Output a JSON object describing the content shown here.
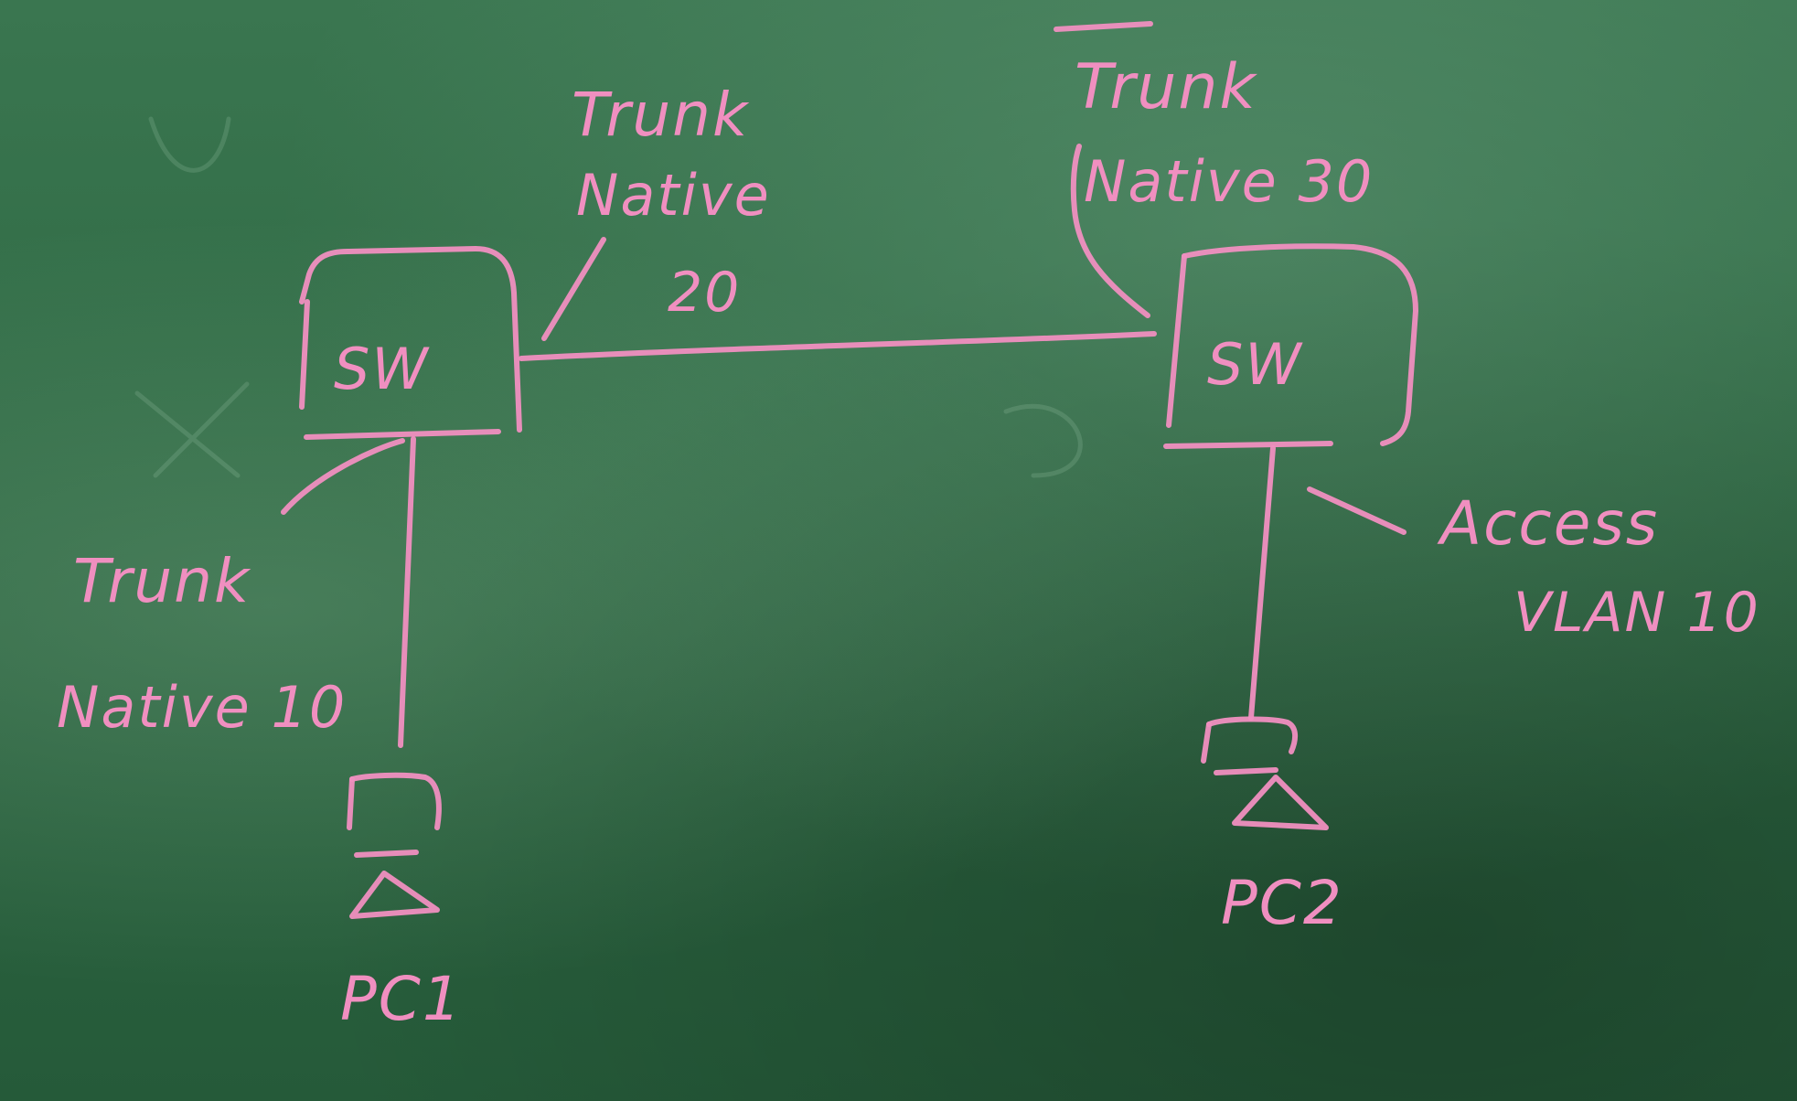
{
  "labels": {
    "sw_left": "SW",
    "sw_right": "SW",
    "link_left_line1": "Trunk",
    "link_left_line2": "Native",
    "link_left_line3": "20",
    "link_right_line1": "Trunk",
    "link_right_line2": "Native 30",
    "pc1_link_line1": "Trunk",
    "pc1_link_line2": "Native 10",
    "pc2_link_line1": "Access",
    "pc2_link_line2": "VLAN 10",
    "pc1": "PC1",
    "pc2": "PC2"
  },
  "colors": {
    "board": "#2f6a44",
    "chalk": "#f08fc0"
  }
}
